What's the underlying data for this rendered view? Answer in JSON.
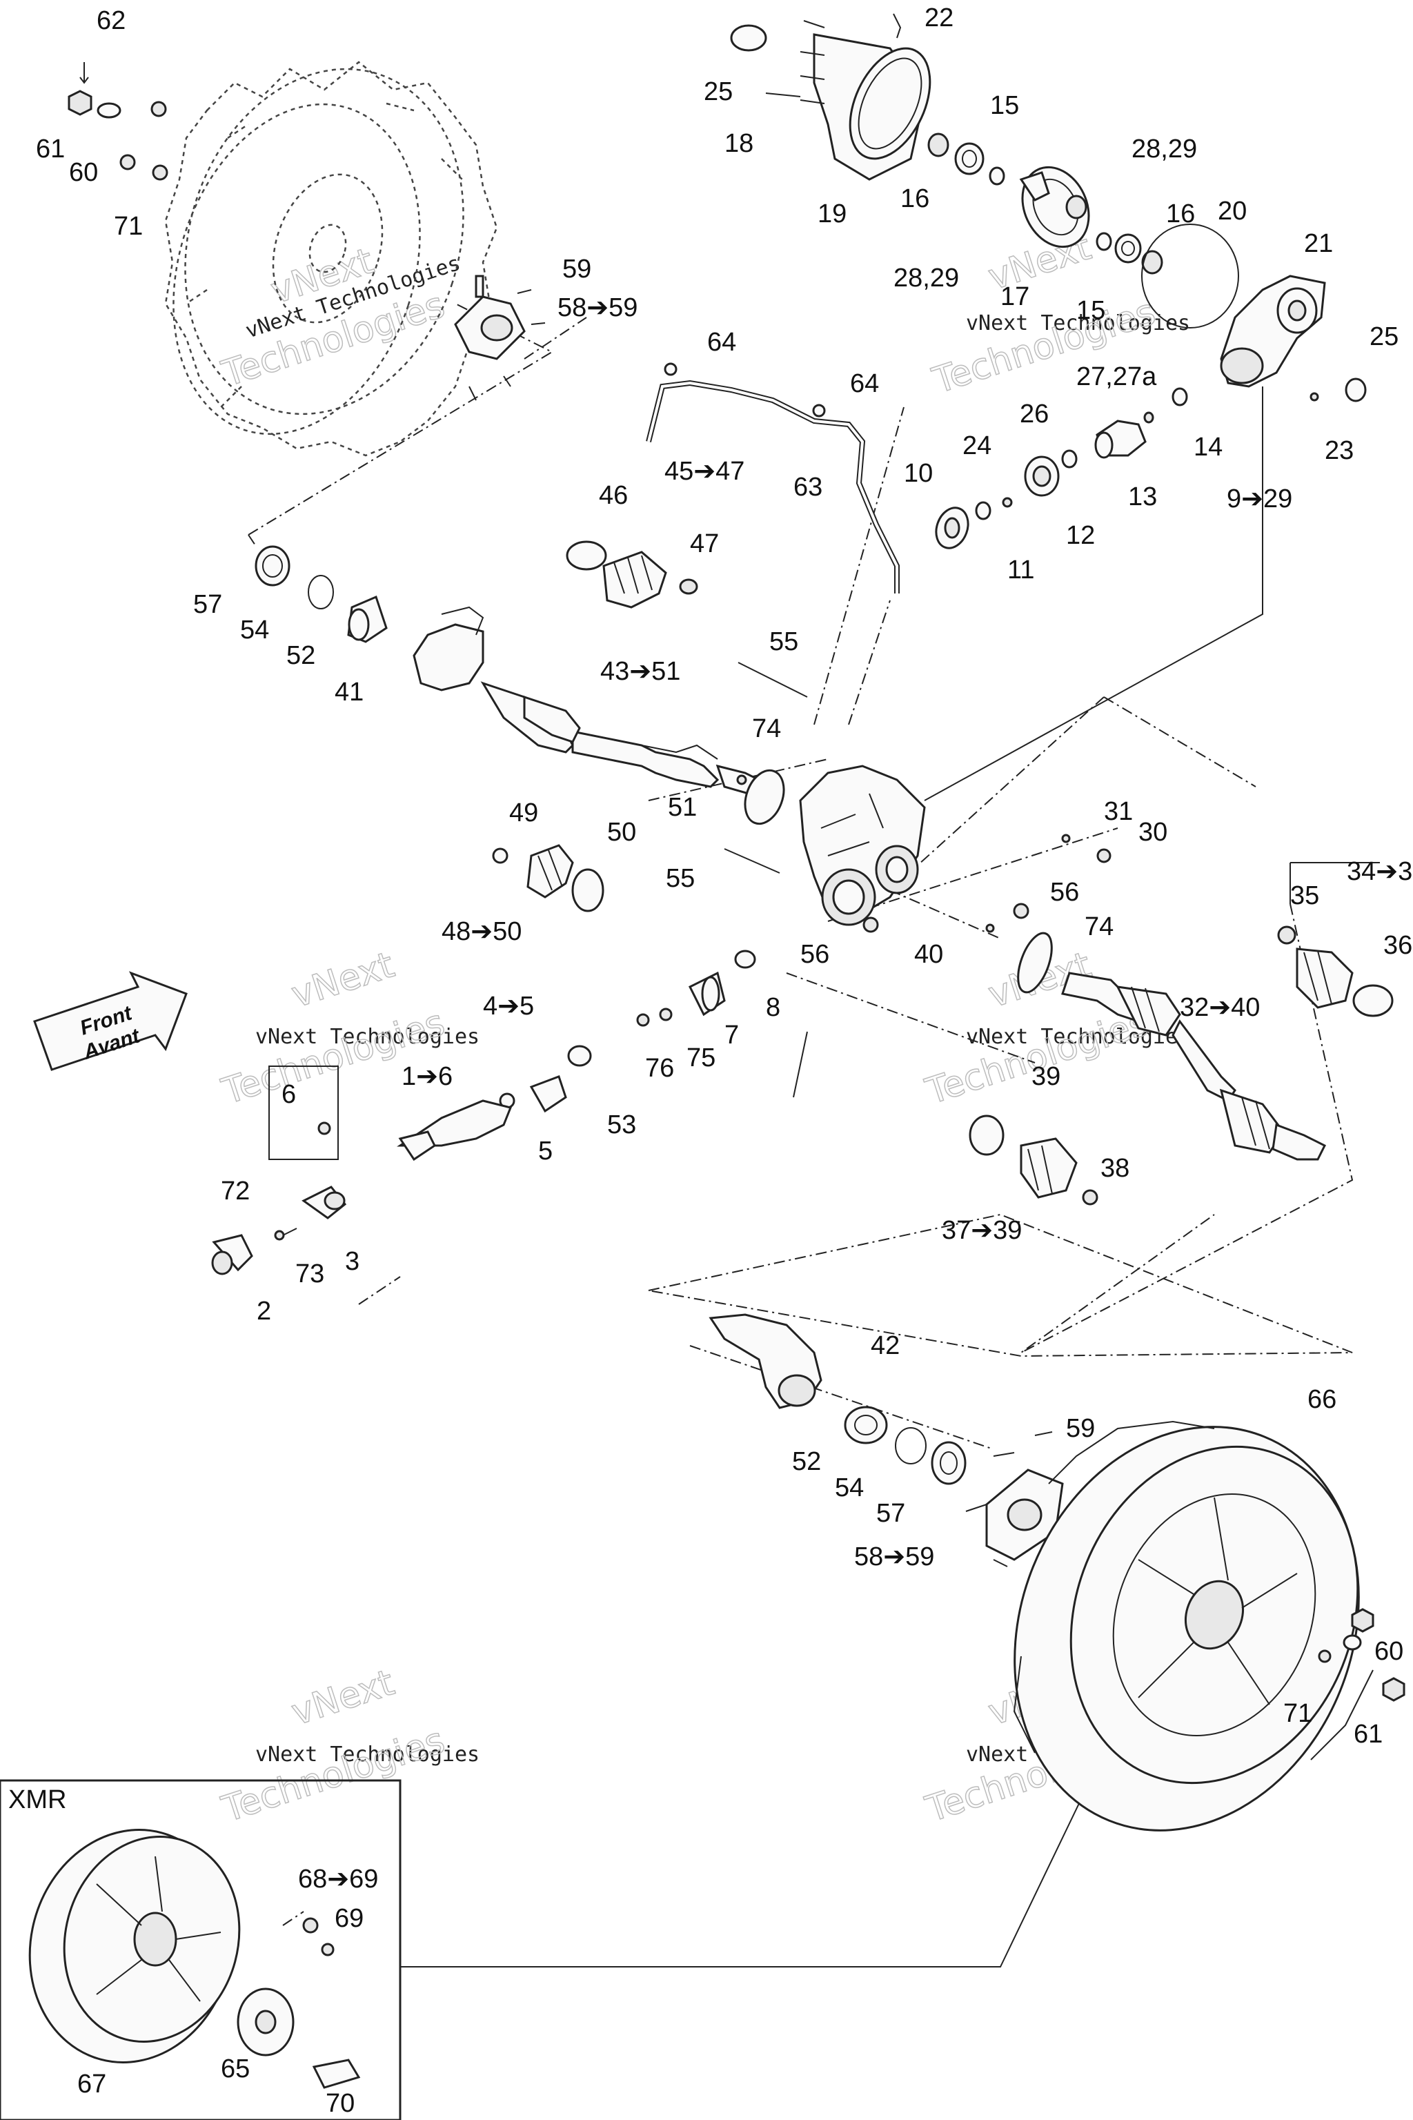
{
  "diagram": {
    "watermark_line1": "vNext Technologies",
    "watermark_line2": "Technologies",
    "watermark_top": "vNext",
    "front_label_en": "Front",
    "front_label_fr": "Avant",
    "inset_label": "XMR",
    "callouts": [
      {
        "id": "c62",
        "text": "62"
      },
      {
        "id": "c61a",
        "text": "61"
      },
      {
        "id": "c60a",
        "text": "60"
      },
      {
        "id": "c71a",
        "text": "71"
      },
      {
        "id": "c59a",
        "text": "59"
      },
      {
        "id": "c5859a",
        "text": "58➔59"
      },
      {
        "id": "c22",
        "text": "22"
      },
      {
        "id": "c25a",
        "text": "25"
      },
      {
        "id": "c18",
        "text": "18"
      },
      {
        "id": "c15a",
        "text": "15"
      },
      {
        "id": "c16a",
        "text": "16"
      },
      {
        "id": "c19",
        "text": "19"
      },
      {
        "id": "c2829a",
        "text": "28,29"
      },
      {
        "id": "c2829b",
        "text": "28,29"
      },
      {
        "id": "c16b",
        "text": "16"
      },
      {
        "id": "c20",
        "text": "20"
      },
      {
        "id": "c21",
        "text": "21"
      },
      {
        "id": "c17",
        "text": "17"
      },
      {
        "id": "c15b",
        "text": "15"
      },
      {
        "id": "c25b",
        "text": "25"
      },
      {
        "id": "c2727a",
        "text": "27,27a"
      },
      {
        "id": "c64a",
        "text": "64"
      },
      {
        "id": "c64b",
        "text": "64"
      },
      {
        "id": "c26",
        "text": "26"
      },
      {
        "id": "c14",
        "text": "14"
      },
      {
        "id": "c23",
        "text": "23"
      },
      {
        "id": "c24",
        "text": "24"
      },
      {
        "id": "c10",
        "text": "10"
      },
      {
        "id": "c63",
        "text": "63"
      },
      {
        "id": "c13",
        "text": "13"
      },
      {
        "id": "c929",
        "text": "9➔29"
      },
      {
        "id": "c12",
        "text": "12"
      },
      {
        "id": "c11",
        "text": "11"
      },
      {
        "id": "c4547",
        "text": "45➔47"
      },
      {
        "id": "c46",
        "text": "46"
      },
      {
        "id": "c47",
        "text": "47"
      },
      {
        "id": "c57a",
        "text": "57"
      },
      {
        "id": "c54a",
        "text": "54"
      },
      {
        "id": "c52a",
        "text": "52"
      },
      {
        "id": "c41",
        "text": "41"
      },
      {
        "id": "c55a",
        "text": "55"
      },
      {
        "id": "c4351",
        "text": "43➔51"
      },
      {
        "id": "c74a",
        "text": "74"
      },
      {
        "id": "c51",
        "text": "51"
      },
      {
        "id": "c49",
        "text": "49"
      },
      {
        "id": "c50",
        "text": "50"
      },
      {
        "id": "c4850",
        "text": "48➔50"
      },
      {
        "id": "c55b",
        "text": "55"
      },
      {
        "id": "c31",
        "text": "31"
      },
      {
        "id": "c30",
        "text": "30"
      },
      {
        "id": "c56a",
        "text": "56"
      },
      {
        "id": "c343x",
        "text": "34➔3"
      },
      {
        "id": "c35",
        "text": "35"
      },
      {
        "id": "c36",
        "text": "36"
      },
      {
        "id": "c74b",
        "text": "74"
      },
      {
        "id": "c56b",
        "text": "56"
      },
      {
        "id": "c40",
        "text": "40"
      },
      {
        "id": "c8",
        "text": "8"
      },
      {
        "id": "c3240",
        "text": "32➔40"
      },
      {
        "id": "c45",
        "text": "4➔5"
      },
      {
        "id": "c7",
        "text": "7"
      },
      {
        "id": "c76",
        "text": "76"
      },
      {
        "id": "c75",
        "text": "75"
      },
      {
        "id": "c16x",
        "text": "1➔6"
      },
      {
        "id": "c53",
        "text": "53"
      },
      {
        "id": "c5",
        "text": "5"
      },
      {
        "id": "c6",
        "text": "6"
      },
      {
        "id": "c39",
        "text": "39"
      },
      {
        "id": "c38",
        "text": "38"
      },
      {
        "id": "c3739",
        "text": "37➔39"
      },
      {
        "id": "c72",
        "text": "72"
      },
      {
        "id": "c73",
        "text": "73"
      },
      {
        "id": "c3",
        "text": "3"
      },
      {
        "id": "c2",
        "text": "2"
      },
      {
        "id": "c42",
        "text": "42"
      },
      {
        "id": "c66",
        "text": "66"
      },
      {
        "id": "c59b",
        "text": "59"
      },
      {
        "id": "c52b",
        "text": "52"
      },
      {
        "id": "c54b",
        "text": "54"
      },
      {
        "id": "c57b",
        "text": "57"
      },
      {
        "id": "c5859b",
        "text": "58➔59"
      },
      {
        "id": "c60b",
        "text": "60"
      },
      {
        "id": "c71b",
        "text": "71"
      },
      {
        "id": "c61b",
        "text": "61"
      },
      {
        "id": "c6869",
        "text": "68➔69"
      },
      {
        "id": "c69",
        "text": "69"
      },
      {
        "id": "c67",
        "text": "67"
      },
      {
        "id": "c65",
        "text": "65"
      },
      {
        "id": "c70",
        "text": "70"
      }
    ]
  }
}
